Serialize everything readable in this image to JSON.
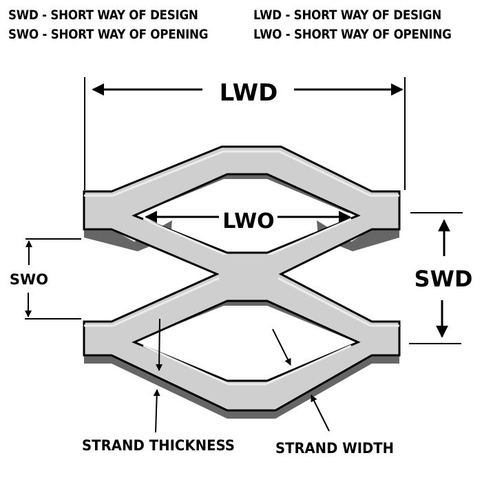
{
  "legend": {
    "left": [
      "SWD - SHORT WAY OF DESIGN",
      "SWO - SHORT WAY OF OPENING"
    ],
    "right": [
      "LWD - SHORT WAY OF DESIGN",
      "LWO - SHORT WAY OF OPENING"
    ]
  },
  "dimensions": {
    "lwd": "LWD",
    "lwo": "LWO",
    "swd": "SWD",
    "swo": "SWO"
  },
  "callouts": {
    "strand_thickness": "STRAND THICKNESS",
    "strand_width": "STRAND WIDTH"
  },
  "colors": {
    "strand_fill": "#cfcfcf",
    "strand_highlight": "#ececec",
    "strand_shadow": "#666666",
    "outline": "#000000"
  }
}
